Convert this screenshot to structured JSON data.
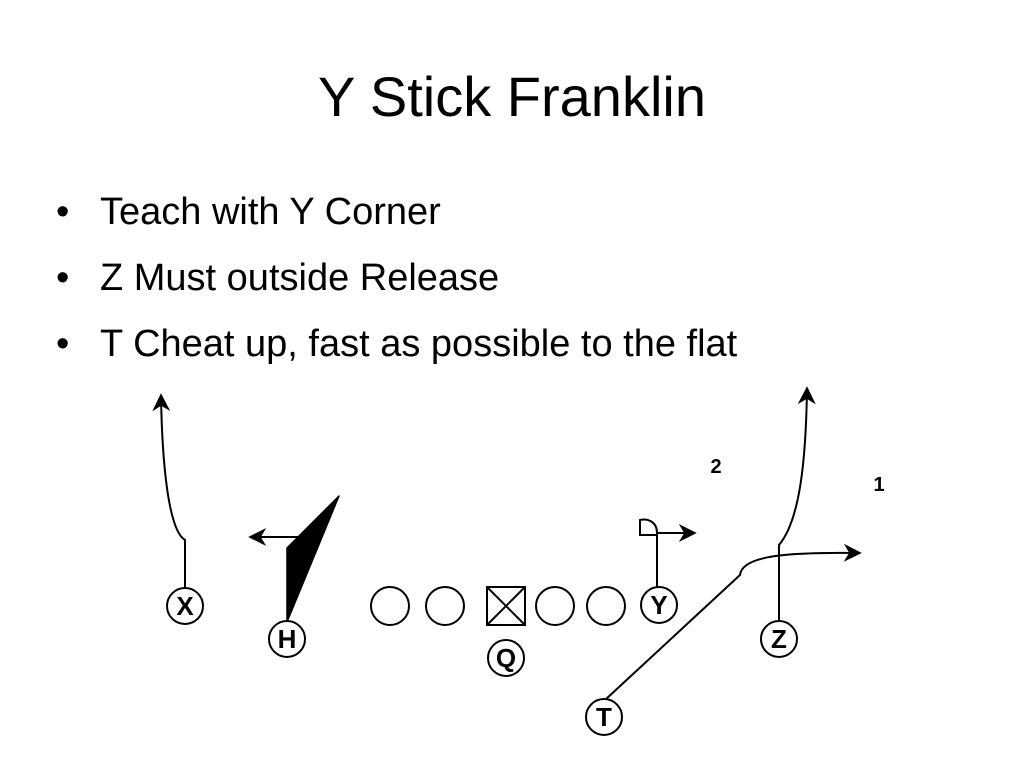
{
  "slide": {
    "title": "Y Stick Franklin",
    "bullet_symbol": "•",
    "bullets": [
      "Teach with Y Corner",
      "Z Must outside Release",
      "T Cheat up, fast as possible to the flat"
    ]
  },
  "diagram": {
    "players": {
      "x": "X",
      "h": "H",
      "q": "Q",
      "y": "Y",
      "z": "Z",
      "t": "T"
    },
    "defender_numbers": {
      "two": "2",
      "one": "1"
    },
    "colors": {
      "ink": "#000000",
      "background": "#ffffff"
    }
  }
}
